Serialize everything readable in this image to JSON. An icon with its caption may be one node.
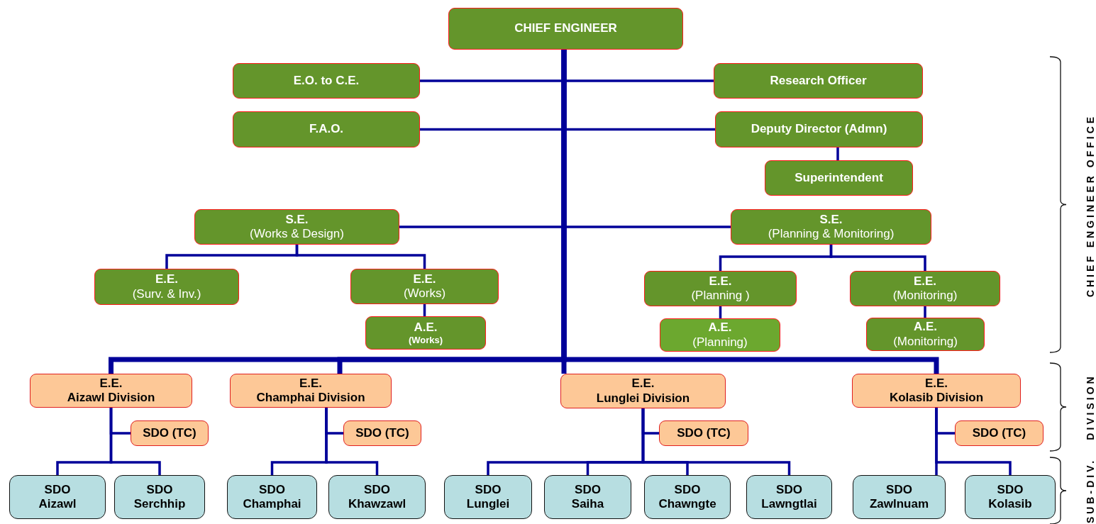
{
  "diagram": {
    "nodes": [
      {
        "text": [
          "CHIEF ENGINEER"
        ]
      },
      {
        "text": [
          "E.O. to C.E."
        ]
      },
      {
        "text": [
          "Research Officer"
        ]
      },
      {
        "text": [
          "F.A.O."
        ]
      },
      {
        "text": [
          "Deputy Director (Admn)"
        ]
      },
      {
        "text": [
          "Superintendent"
        ]
      },
      {
        "text": [
          "S.E.",
          "(Works & Design)"
        ]
      },
      {
        "text": [
          "S.E.",
          "(Planning & Monitoring)"
        ]
      },
      {
        "text": [
          "E.E.",
          "(Surv. & Inv.)"
        ]
      },
      {
        "text": [
          "E.E.",
          "(Works)"
        ]
      },
      {
        "text": [
          "A.E.",
          "(Works)"
        ]
      },
      {
        "text": [
          "E.E.",
          "(Planning )"
        ]
      },
      {
        "text": [
          "A.E.",
          "(Planning)"
        ]
      },
      {
        "text": [
          "E.E.",
          "(Monitoring)"
        ]
      },
      {
        "text": [
          "A.E.",
          "(Monitoring)"
        ]
      },
      {
        "text": [
          "E.E.",
          "Aizawl Division"
        ]
      },
      {
        "text": [
          "E.E.",
          "Champhai Division"
        ]
      },
      {
        "text": [
          "E.E.",
          "Lunglei Division"
        ]
      },
      {
        "text": [
          "E.E.",
          "Kolasib Division"
        ]
      },
      {
        "text": [
          "SDO (TC)"
        ]
      },
      {
        "text": [
          "SDO (TC)"
        ]
      },
      {
        "text": [
          "SDO (TC)"
        ]
      },
      {
        "text": [
          "SDO (TC)"
        ]
      },
      {
        "text": [
          "SDO",
          "Aizawl"
        ]
      },
      {
        "text": [
          "SDO",
          "Serchhip"
        ]
      },
      {
        "text": [
          "SDO",
          "Champhai"
        ]
      },
      {
        "text": [
          "SDO",
          "Khawzawl"
        ]
      },
      {
        "text": [
          "SDO",
          "Lunglei"
        ]
      },
      {
        "text": [
          "SDO",
          "Saiha"
        ]
      },
      {
        "text": [
          "SDO",
          "Chawngte"
        ]
      },
      {
        "text": [
          "SDO",
          "Lawngtlai"
        ]
      },
      {
        "text": [
          "SDO",
          "Zawlnuam"
        ]
      },
      {
        "text": [
          "SDO",
          "Kolasib"
        ]
      }
    ],
    "edges": [
      {
        "from": 0,
        "to": 1,
        "arrow": "none"
      },
      {
        "from": 0,
        "to": 2,
        "arrow": "none"
      },
      {
        "from": 0,
        "to": 3,
        "arrow": "none"
      },
      {
        "from": 0,
        "to": 4,
        "arrow": "none"
      },
      {
        "from": 4,
        "to": 5,
        "arrow": "none"
      },
      {
        "from": 0,
        "to": 6,
        "arrow": "none"
      },
      {
        "from": 0,
        "to": 7,
        "arrow": "none"
      },
      {
        "from": 6,
        "to": 8,
        "arrow": "none"
      },
      {
        "from": 6,
        "to": 9,
        "arrow": "none"
      },
      {
        "from": 9,
        "to": 10,
        "arrow": "none"
      },
      {
        "from": 7,
        "to": 11,
        "arrow": "none"
      },
      {
        "from": 7,
        "to": 13,
        "arrow": "none"
      },
      {
        "from": 11,
        "to": 12,
        "arrow": "none"
      },
      {
        "from": 13,
        "to": 14,
        "arrow": "none"
      },
      {
        "from": 0,
        "to": 15,
        "arrow": "none",
        "style": "thick"
      },
      {
        "from": 0,
        "to": 16,
        "arrow": "none",
        "style": "thick"
      },
      {
        "from": 0,
        "to": 17,
        "arrow": "none",
        "style": "thick"
      },
      {
        "from": 0,
        "to": 18,
        "arrow": "none",
        "style": "thick"
      },
      {
        "from": 15,
        "to": 19,
        "arrow": "none"
      },
      {
        "from": 15,
        "to": 23,
        "arrow": "none"
      },
      {
        "from": 15,
        "to": 24,
        "arrow": "none"
      },
      {
        "from": 16,
        "to": 20,
        "arrow": "none"
      },
      {
        "from": 16,
        "to": 25,
        "arrow": "none"
      },
      {
        "from": 16,
        "to": 26,
        "arrow": "none"
      },
      {
        "from": 17,
        "to": 21,
        "arrow": "none"
      },
      {
        "from": 17,
        "to": 27,
        "arrow": "none"
      },
      {
        "from": 17,
        "to": 28,
        "arrow": "none"
      },
      {
        "from": 17,
        "to": 29,
        "arrow": "none"
      },
      {
        "from": 17,
        "to": 30,
        "arrow": "none"
      },
      {
        "from": 18,
        "to": 22,
        "arrow": "none"
      },
      {
        "from": 18,
        "to": 31,
        "arrow": "none"
      },
      {
        "from": 18,
        "to": 32,
        "arrow": "none"
      }
    ],
    "labels": [
      "CHIEF ENGINEER OFFICE",
      "DIVISION",
      "SUB-DIV."
    ]
  }
}
